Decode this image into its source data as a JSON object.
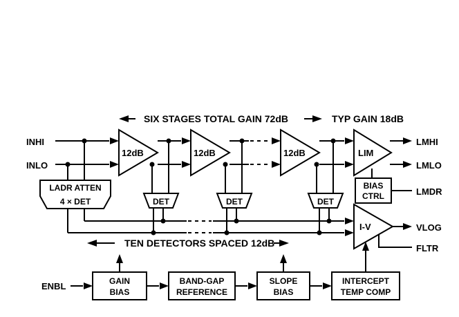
{
  "annotations": {
    "six_stages": "SIX STAGES TOTAL GAIN 72dB",
    "typ_gain": "TYP GAIN 18dB",
    "ten_detectors": "TEN DETECTORS SPACED 12dB"
  },
  "pins": {
    "inhi": "INHI",
    "inlo": "INLO",
    "lmhi": "LMHI",
    "lmlo": "LMLO",
    "lmdr": "LMDR",
    "vlog": "VLOG",
    "fltr": "FLTR",
    "enbl": "ENBL"
  },
  "amplifiers": {
    "stage_gain": "12dB",
    "limiter": "LIM",
    "iv": "I-V"
  },
  "detectors": {
    "label": "DET"
  },
  "ladder": {
    "line1": "LADR ATTEN",
    "line2": "4 × DET"
  },
  "bias_ctrl": {
    "line1": "BIAS",
    "line2": "CTRL"
  },
  "blocks": {
    "gain_bias": [
      "GAIN",
      "BIAS"
    ],
    "band_gap": [
      "BAND-GAP",
      "REFERENCE"
    ],
    "slope_bias": [
      "SLOPE",
      "BIAS"
    ],
    "intercept": [
      "INTERCEPT",
      "TEMP COMP"
    ]
  }
}
